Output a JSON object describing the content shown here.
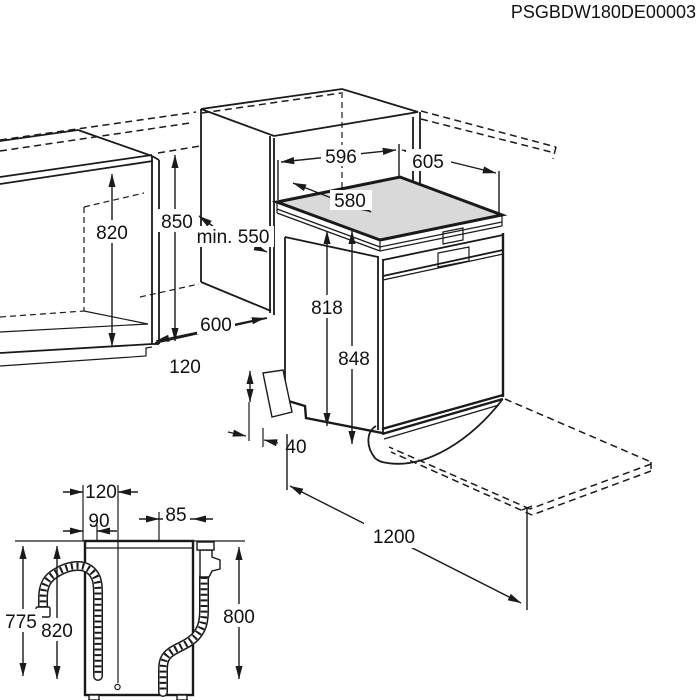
{
  "title": "PSGBDW180DE00003",
  "installation_view": {
    "cabinet_interior_height": "820",
    "worktop_height": "850",
    "niche_min_depth": "min. 550",
    "niche_width": "600",
    "top_width": "596",
    "total_depth": "605",
    "worktop_depth": "580",
    "height_without_worktop": "818",
    "height_with_worktop": "848",
    "plinth_height": "120",
    "plinth_recess_depth": "40",
    "door_open_clearance": "1200"
  },
  "rear_view": {
    "power_cord_offset": "120",
    "drain_hose_offset": "90",
    "inlet_hose_offset": "85",
    "drain_hose_height": "775",
    "hose_loop_height": "820",
    "inlet_hose_height": "800"
  }
}
